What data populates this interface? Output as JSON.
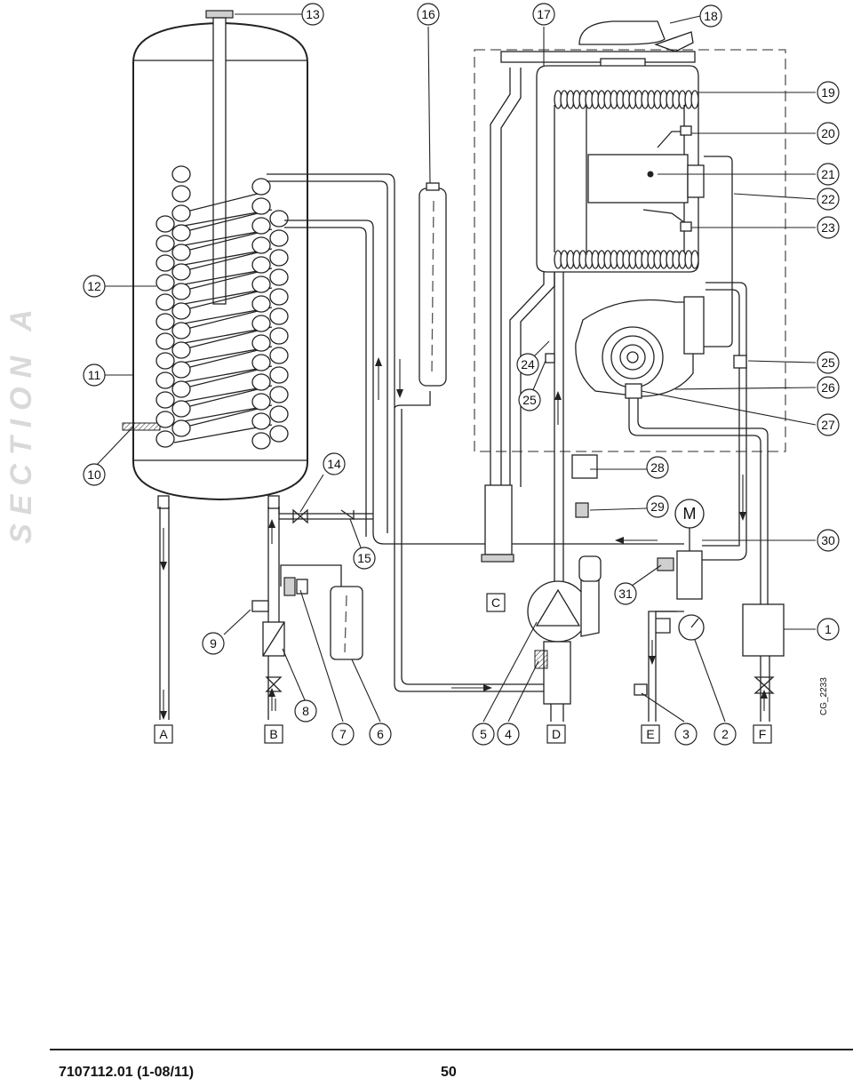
{
  "side_title": "SECTION A",
  "drawing_code": "CG_2233",
  "footer": {
    "document": "7107112.01  (1-08/11)",
    "page": "50"
  },
  "motor_label": "M",
  "callouts": {
    "c1": "1",
    "c2": "2",
    "c3": "3",
    "c4": "4",
    "c5": "5",
    "c6": "6",
    "c7": "7",
    "c8": "8",
    "c9": "9",
    "c10": "10",
    "c11": "11",
    "c12": "12",
    "c13": "13",
    "c14": "14",
    "c15": "15",
    "c16": "16",
    "c17": "17",
    "c18": "18",
    "c19": "19",
    "c20": "20",
    "c21": "21",
    "c22": "22",
    "c23": "23",
    "c24": "24",
    "c25a": "25",
    "c25b": "25",
    "c26": "26",
    "c27": "27",
    "c28": "28",
    "c29": "29",
    "c30": "30",
    "c31": "31"
  },
  "connections": {
    "A": "A",
    "B": "B",
    "C": "C",
    "D": "D",
    "E": "E",
    "F": "F"
  }
}
